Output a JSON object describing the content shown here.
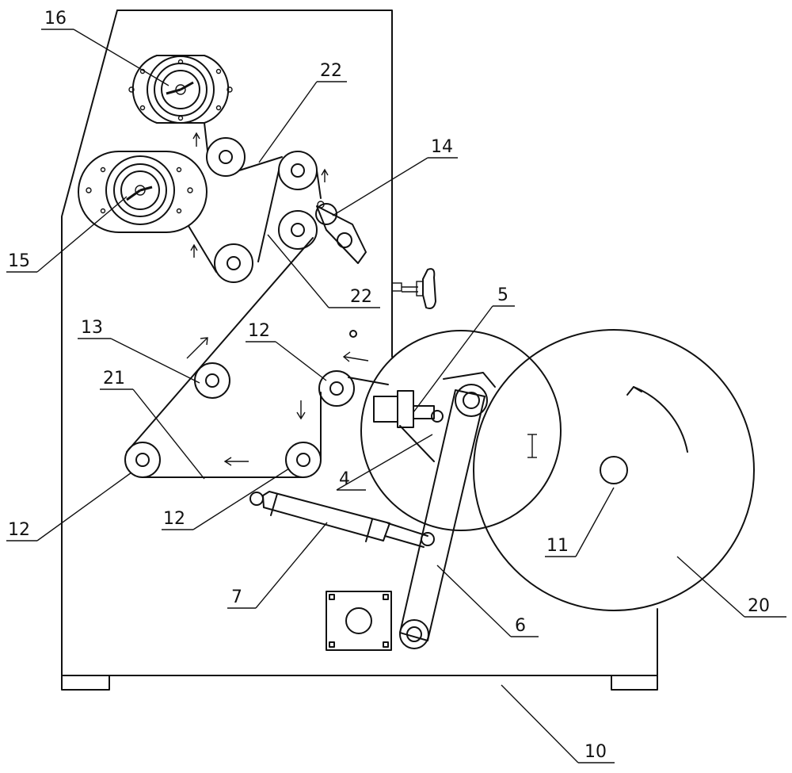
{
  "diagram": {
    "callouts": [
      {
        "id": "c16",
        "text": "16"
      },
      {
        "id": "c22a",
        "text": "22"
      },
      {
        "id": "c14",
        "text": "14"
      },
      {
        "id": "c15",
        "text": "15"
      },
      {
        "id": "c22b",
        "text": "22"
      },
      {
        "id": "c5",
        "text": "5"
      },
      {
        "id": "c13",
        "text": "13"
      },
      {
        "id": "c12a",
        "text": "12"
      },
      {
        "id": "c21",
        "text": "21"
      },
      {
        "id": "c4",
        "text": "4"
      },
      {
        "id": "c12b",
        "text": "12"
      },
      {
        "id": "c12c",
        "text": "12"
      },
      {
        "id": "c11",
        "text": "11"
      },
      {
        "id": "c20",
        "text": "20"
      },
      {
        "id": "c7",
        "text": "7"
      },
      {
        "id": "c6",
        "text": "6"
      },
      {
        "id": "c10",
        "text": "10"
      }
    ],
    "drum_marker": "I"
  }
}
